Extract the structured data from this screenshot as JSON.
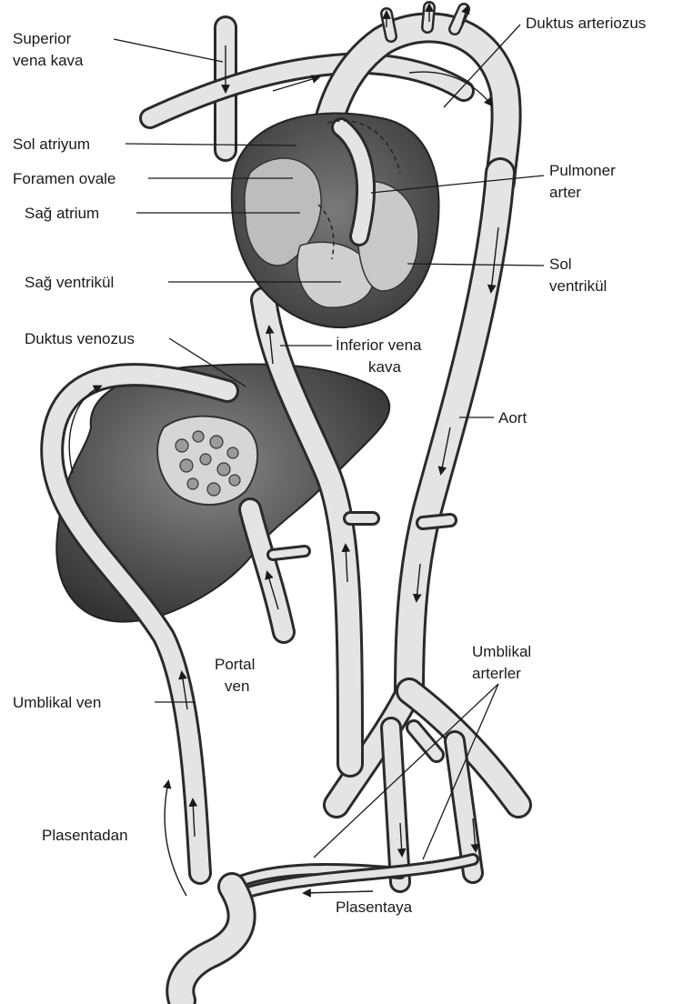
{
  "diagram": {
    "labels": {
      "superior_vena_cava_1": "Superior",
      "superior_vena_cava_2": "vena kava",
      "ductus_arteriosus": "Duktus arteriozus",
      "left_atrium": "Sol atriyum",
      "foramen_ovale": "Foramen ovale",
      "right_atrium": "Sağ atrium",
      "pulmonary_artery_1": "Pulmoner",
      "pulmonary_artery_2": "arter",
      "right_ventricle": "Sağ ventrikül",
      "left_ventricle_1": "Sol",
      "left_ventricle_2": "ventrikül",
      "ductus_venosus": "Duktus venozus",
      "inferior_vena_cava_1": "İnferior vena",
      "inferior_vena_cava_2": "kava",
      "aorta": "Aort",
      "portal_vein_1": "Portal",
      "portal_vein_2": "ven",
      "umbilical_arteries_1": "Umblikal",
      "umbilical_arteries_2": "arterler",
      "umbilical_vein": "Umblikal ven",
      "from_placenta": "Plasentadan",
      "to_placenta": "Plasentaya"
    }
  }
}
